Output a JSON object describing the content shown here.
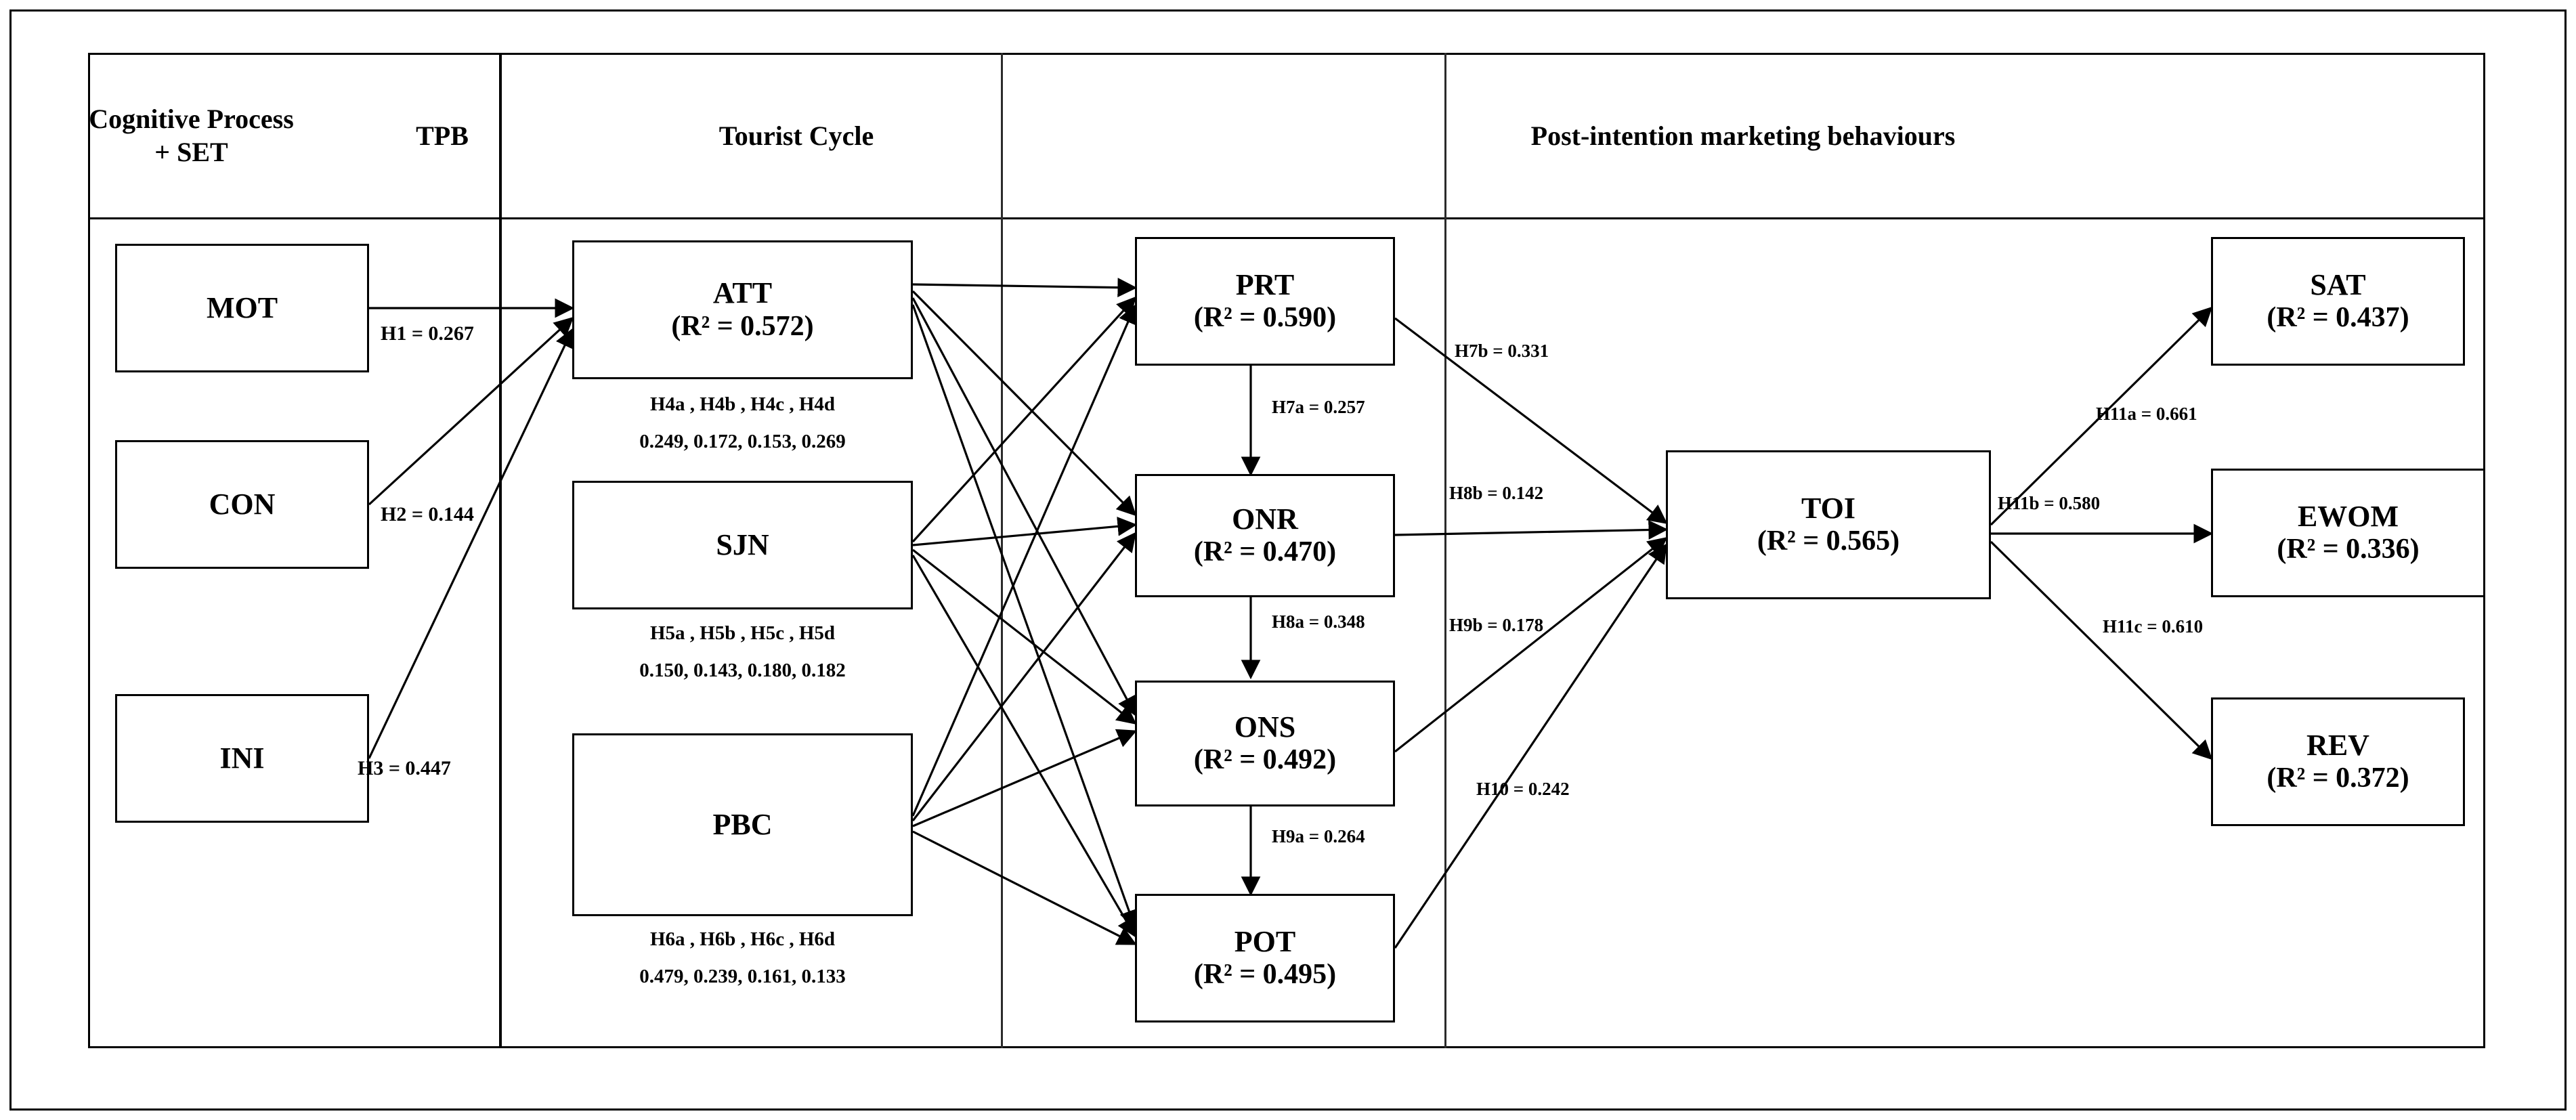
{
  "columns": [
    {
      "id": "cognitive",
      "title": "Cognitive Process\n+ SET"
    },
    {
      "id": "tpb",
      "title": "TPB"
    },
    {
      "id": "tourist",
      "title": "Tourist Cycle"
    },
    {
      "id": "postintention",
      "title": "Post-intention marketing behaviours"
    }
  ],
  "column_titles": {
    "cognitive_line1": "Cognitive Process",
    "cognitive_line2": "+ SET",
    "tpb": "TPB",
    "tourist": "Tourist Cycle",
    "postintention": "Post-intention marketing behaviours"
  },
  "nodes": {
    "mot": {
      "name": "MOT",
      "r2": ""
    },
    "con": {
      "name": "CON",
      "r2": ""
    },
    "ini": {
      "name": "INI",
      "r2": ""
    },
    "att": {
      "name": "ATT",
      "r2": "(R² = 0.572)"
    },
    "sjn": {
      "name": "SJN",
      "r2": ""
    },
    "pbc": {
      "name": "PBC",
      "r2": ""
    },
    "prt": {
      "name": "PRT",
      "r2": "(R² =  0.590)"
    },
    "onr": {
      "name": "ONR",
      "r2": "(R² = 0.470)"
    },
    "ons": {
      "name": "ONS",
      "r2": "(R² = 0.492)"
    },
    "pot": {
      "name": "POT",
      "r2": "(R² = 0.495)"
    },
    "toi": {
      "name": "TOI",
      "r2": "(R² =  0.565)"
    },
    "sat": {
      "name": "SAT",
      "r2": "(R² =  0.437)"
    },
    "ewom": {
      "name": "EWOM",
      "r2": "(R² = 0.336)"
    },
    "rev": {
      "name": "REV",
      "r2": "(R² = 0.372)"
    }
  },
  "hypothesis_blocks": {
    "att": {
      "labels": "H4a ,  H4b , H4c ,  H4d",
      "values": "0.249, 0.172, 0.153, 0.269"
    },
    "sjn": {
      "labels": "H5a ,  H5b , H5c ,  H5d",
      "values": "0.150, 0.143, 0.180, 0.182"
    },
    "pbc": {
      "labels": "H6a ,  H6b , H6c ,  H6d",
      "values": "0.479, 0.239, 0.161, 0.133"
    }
  },
  "path_labels": {
    "h1": "H1 = 0.267",
    "h2": "H2 = 0.144",
    "h3": "H3 = 0.447",
    "h7a": "H7a = 0.257",
    "h7b": "H7b = 0.331",
    "h8a": "H8a = 0.348",
    "h8b": "H8b = 0.142",
    "h9a": "H9a = 0.264",
    "h9b": "H9b = 0.178",
    "h10": "H10 = 0.242",
    "h11a": "H11a = 0.661",
    "h11b": "H11b = 0.580",
    "h11c": "H11c = 0.610"
  },
  "chart_data": {
    "type": "diagram",
    "title": "Structural equation model of tourist intention and post-intention marketing behaviours",
    "edges": [
      {
        "from": "MOT",
        "to": "ATT",
        "label": "H1 = 0.267",
        "value": 0.267
      },
      {
        "from": "CON",
        "to": "ATT",
        "label": "H2 = 0.144",
        "value": 0.144
      },
      {
        "from": "INI",
        "to": "ATT",
        "label": "H3 = 0.447",
        "value": 0.447
      },
      {
        "from": "ATT",
        "to": "PRT",
        "label": "H4a",
        "value": 0.249
      },
      {
        "from": "ATT",
        "to": "ONR",
        "label": "H4b",
        "value": 0.172
      },
      {
        "from": "ATT",
        "to": "ONS",
        "label": "H4c",
        "value": 0.153
      },
      {
        "from": "ATT",
        "to": "POT",
        "label": "H4d",
        "value": 0.269
      },
      {
        "from": "SJN",
        "to": "PRT",
        "label": "H5a",
        "value": 0.15
      },
      {
        "from": "SJN",
        "to": "ONR",
        "label": "H5b",
        "value": 0.143
      },
      {
        "from": "SJN",
        "to": "ONS",
        "label": "H5c",
        "value": 0.18
      },
      {
        "from": "SJN",
        "to": "POT",
        "label": "H5d",
        "value": 0.182
      },
      {
        "from": "PBC",
        "to": "PRT",
        "label": "H6a",
        "value": 0.479
      },
      {
        "from": "PBC",
        "to": "ONR",
        "label": "H6b",
        "value": 0.239
      },
      {
        "from": "PBC",
        "to": "ONS",
        "label": "H6c",
        "value": 0.161
      },
      {
        "from": "PBC",
        "to": "POT",
        "label": "H6d",
        "value": 0.133
      },
      {
        "from": "PRT",
        "to": "ONR",
        "label": "H7a = 0.257",
        "value": 0.257
      },
      {
        "from": "PRT",
        "to": "TOI",
        "label": "H7b = 0.331",
        "value": 0.331
      },
      {
        "from": "ONR",
        "to": "ONS",
        "label": "H8a = 0.348",
        "value": 0.348
      },
      {
        "from": "ONR",
        "to": "TOI",
        "label": "H8b = 0.142",
        "value": 0.142
      },
      {
        "from": "ONS",
        "to": "POT",
        "label": "H9a = 0.264",
        "value": 0.264
      },
      {
        "from": "ONS",
        "to": "TOI",
        "label": "H9b = 0.178",
        "value": 0.178
      },
      {
        "from": "POT",
        "to": "TOI",
        "label": "H10 = 0.242",
        "value": 0.242
      },
      {
        "from": "TOI",
        "to": "SAT",
        "label": "H11a = 0.661",
        "value": 0.661
      },
      {
        "from": "TOI",
        "to": "EWOM",
        "label": "H11b = 0.580",
        "value": 0.58
      },
      {
        "from": "TOI",
        "to": "REV",
        "label": "H11c = 0.610",
        "value": 0.61
      }
    ],
    "r_squared": {
      "ATT": 0.572,
      "PRT": 0.59,
      "ONR": 0.47,
      "ONS": 0.492,
      "POT": 0.495,
      "TOI": 0.565,
      "SAT": 0.437,
      "EWOM": 0.336,
      "REV": 0.372
    }
  }
}
